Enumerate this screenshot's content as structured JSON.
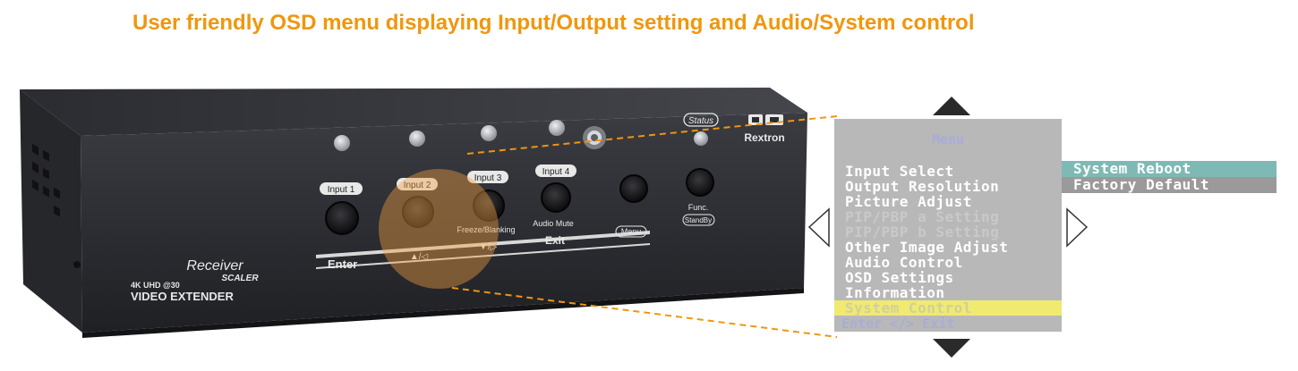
{
  "headline": "User friendly OSD menu displaying Input/Output setting and Audio/System control",
  "device": {
    "brand": "Rextron",
    "status_label": "Status",
    "buttons": {
      "input1": "Input 1",
      "input2": "Input 2",
      "input3": "Input 3",
      "input4": "Input 4",
      "freeze_blanking": "Freeze/Blanking",
      "audio_mute": "Audio Mute",
      "func": "Func.",
      "standby": "StandBy"
    },
    "strip": {
      "enter": "Enter",
      "up_left": "▲/◁",
      "down_right": "▼/▷",
      "exit": "Exit",
      "menu": "Menu"
    },
    "product": {
      "receiver": "Receiver",
      "resolution": "4K UHD @30",
      "scaler": "SCALER",
      "name": "VIDEO EXTENDER"
    }
  },
  "osd": {
    "title": "Menu",
    "items": [
      {
        "label": "Input Select",
        "state": "normal"
      },
      {
        "label": "Output Resolution",
        "state": "normal"
      },
      {
        "label": "Picture Adjust",
        "state": "normal"
      },
      {
        "label": "PIP/PBP a Setting",
        "state": "disabled"
      },
      {
        "label": "PIP/PBP b Setting",
        "state": "disabled"
      },
      {
        "label": "Other Image Adjust",
        "state": "normal"
      },
      {
        "label": "Audio Control",
        "state": "normal"
      },
      {
        "label": "OSD Settings",
        "state": "normal"
      },
      {
        "label": "Information",
        "state": "normal"
      },
      {
        "label": "System Control",
        "state": "selected"
      }
    ],
    "footer": "Enter   </>  Exit"
  },
  "submenu": {
    "items": [
      "System Reboot",
      "Factory Default"
    ]
  },
  "colors": {
    "headline": "#f0960e",
    "device_body": "#2e2f34",
    "osd_bg": "#b8b8b8",
    "osd_selected": "#f0ea70",
    "submenu_first": "#7fb9b5",
    "submenu_second": "#9a9a9a",
    "dashed_line": "#f0960e"
  }
}
